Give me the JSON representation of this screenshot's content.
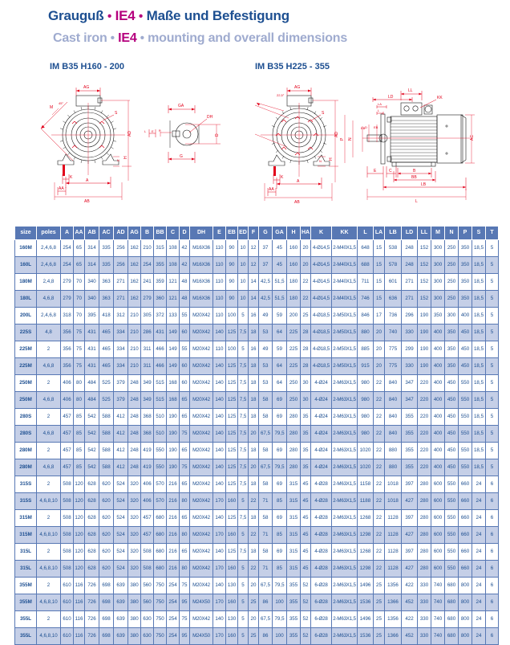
{
  "header": {
    "title_de_part1": "Grauguß",
    "title_de_mid": "IE4",
    "title_de_part2": "Maße und Befestigung",
    "title_en_part1": "Cast iron",
    "title_en_mid": "IE4",
    "title_en_part2": "mounting and overall dimensions",
    "bullet": "•"
  },
  "drawings": {
    "caption_left": "IM B35 H160 - 200",
    "caption_right": "IM B35 H225 - 355",
    "left_view_labels": [
      "AG",
      "M",
      "45°",
      "S",
      "AD",
      "N",
      "H",
      "A",
      "K",
      "AA",
      "AB",
      "L",
      "E"
    ],
    "shaft_detail_labels": [
      "GA",
      "DH",
      "D",
      "G",
      "F"
    ],
    "right_view_labels": [
      "AG",
      "22,5°",
      "M",
      "S",
      "AD",
      "N",
      "H",
      "A",
      "K",
      "AA",
      "AB",
      "P",
      "N",
      "EB",
      "LD"
    ],
    "side_view_labels": [
      "LD",
      "LL",
      "KK",
      "LA",
      "L",
      "EB",
      "ED",
      "AC",
      "E",
      "C",
      "B",
      "BB",
      "LB",
      "L"
    ],
    "angle_left": "45°",
    "angle_right": "22,5°"
  },
  "table": {
    "headers": [
      "size",
      "poles",
      "A",
      "AA",
      "AB",
      "AC",
      "AD",
      "AG",
      "B",
      "BB",
      "C",
      "D",
      "DH",
      "E",
      "EB",
      "ED",
      "F",
      "G",
      "GA",
      "H",
      "HA",
      "K",
      "KK",
      "L",
      "LA",
      "LB",
      "LD",
      "LL",
      "M",
      "N",
      "P",
      "S",
      "T"
    ],
    "rows": [
      [
        "160M",
        "2,4,6,8",
        "254",
        "65",
        "314",
        "335",
        "256",
        "162",
        "210",
        "315",
        "108",
        "42",
        "M16X36",
        "110",
        "90",
        "10",
        "12",
        "37",
        "45",
        "160",
        "20",
        "4-Ø14,5",
        "2-M40X1,5",
        "648",
        "15",
        "538",
        "248",
        "152",
        "300",
        "250",
        "350",
        "18,5",
        "5"
      ],
      [
        "160L",
        "2,4,6,8",
        "254",
        "65",
        "314",
        "335",
        "256",
        "162",
        "254",
        "355",
        "108",
        "42",
        "M16X36",
        "110",
        "90",
        "10",
        "12",
        "37",
        "45",
        "160",
        "20",
        "4-Ø14,5",
        "2-M40X1,5",
        "688",
        "15",
        "578",
        "248",
        "152",
        "300",
        "250",
        "350",
        "18,5",
        "5"
      ],
      [
        "180M",
        "2,4,8",
        "279",
        "70",
        "340",
        "363",
        "271",
        "162",
        "241",
        "359",
        "121",
        "48",
        "M16X36",
        "110",
        "90",
        "10",
        "14",
        "42,5",
        "51,5",
        "180",
        "22",
        "4-Ø14,5",
        "2-M40X1,5",
        "711",
        "15",
        "601",
        "271",
        "152",
        "300",
        "250",
        "350",
        "18,5",
        "5"
      ],
      [
        "180L",
        "4,6,8",
        "279",
        "70",
        "340",
        "363",
        "271",
        "162",
        "279",
        "360",
        "121",
        "48",
        "M16X36",
        "110",
        "90",
        "10",
        "14",
        "42,5",
        "51,5",
        "180",
        "22",
        "4-Ø14,5",
        "2-M40X1,5",
        "746",
        "15",
        "636",
        "271",
        "152",
        "300",
        "250",
        "350",
        "18,5",
        "5"
      ],
      [
        "200L",
        "2,4,6,8",
        "318",
        "70",
        "395",
        "418",
        "312",
        "210",
        "305",
        "372",
        "133",
        "55",
        "M20X42",
        "110",
        "100",
        "5",
        "16",
        "49",
        "59",
        "200",
        "25",
        "4-Ø18,5",
        "2-M50X1,5",
        "846",
        "17",
        "736",
        "296",
        "190",
        "350",
        "300",
        "400",
        "18,5",
        "5"
      ],
      [
        "225S",
        "4,8",
        "356",
        "75",
        "431",
        "465",
        "334",
        "210",
        "286",
        "431",
        "149",
        "60",
        "M20X42",
        "140",
        "125",
        "7,5",
        "18",
        "53",
        "64",
        "225",
        "28",
        "4-Ø18,5",
        "2-M50X1,5",
        "880",
        "20",
        "740",
        "330",
        "190",
        "400",
        "350",
        "450",
        "18,5",
        "5"
      ],
      [
        "225M",
        "2",
        "356",
        "75",
        "431",
        "465",
        "334",
        "210",
        "311",
        "466",
        "149",
        "55",
        "M20X42",
        "110",
        "100",
        "5",
        "16",
        "49",
        "59",
        "225",
        "28",
        "4-Ø18,5",
        "2-M50X1,5",
        "885",
        "20",
        "775",
        "299",
        "190",
        "400",
        "350",
        "450",
        "18,5",
        "5"
      ],
      [
        "225M",
        "4,6,8",
        "356",
        "75",
        "431",
        "465",
        "334",
        "210",
        "311",
        "466",
        "149",
        "60",
        "M20X42",
        "140",
        "125",
        "7,5",
        "18",
        "53",
        "64",
        "225",
        "28",
        "4-Ø18,5",
        "2-M50X1,5",
        "915",
        "20",
        "775",
        "330",
        "190",
        "400",
        "350",
        "450",
        "18,5",
        "5"
      ],
      [
        "250M",
        "2",
        "406",
        "80",
        "484",
        "525",
        "379",
        "248",
        "349",
        "515",
        "168",
        "60",
        "M20X42",
        "140",
        "125",
        "7,5",
        "18",
        "53",
        "64",
        "250",
        "30",
        "4-Ø24",
        "2-M63X1,5",
        "980",
        "22",
        "840",
        "347",
        "220",
        "400",
        "450",
        "550",
        "18,5",
        "5"
      ],
      [
        "250M",
        "4,6,8",
        "406",
        "80",
        "484",
        "525",
        "379",
        "248",
        "349",
        "515",
        "168",
        "65",
        "M20X42",
        "140",
        "125",
        "7,5",
        "18",
        "58",
        "69",
        "250",
        "30",
        "4-Ø24",
        "2-M63X1,5",
        "980",
        "22",
        "840",
        "347",
        "220",
        "400",
        "450",
        "550",
        "18,5",
        "5"
      ],
      [
        "280S",
        "2",
        "457",
        "85",
        "542",
        "588",
        "412",
        "248",
        "368",
        "510",
        "190",
        "65",
        "M20X42",
        "140",
        "125",
        "7,5",
        "18",
        "58",
        "69",
        "280",
        "35",
        "4-Ø24",
        "2-M63X1,5",
        "980",
        "22",
        "840",
        "355",
        "220",
        "400",
        "450",
        "550",
        "18,5",
        "5"
      ],
      [
        "280S",
        "4,6,8",
        "457",
        "85",
        "542",
        "588",
        "412",
        "248",
        "368",
        "510",
        "190",
        "75",
        "M20X42",
        "140",
        "125",
        "7,5",
        "20",
        "67,5",
        "79,5",
        "280",
        "35",
        "4-Ø24",
        "2-M63X1,5",
        "980",
        "22",
        "840",
        "355",
        "220",
        "400",
        "450",
        "550",
        "18,5",
        "5"
      ],
      [
        "280M",
        "2",
        "457",
        "85",
        "542",
        "588",
        "412",
        "248",
        "419",
        "550",
        "190",
        "65",
        "M20X42",
        "140",
        "125",
        "7,5",
        "18",
        "58",
        "69",
        "280",
        "35",
        "4-Ø24",
        "2-M63X1,5",
        "1020",
        "22",
        "880",
        "355",
        "220",
        "400",
        "450",
        "550",
        "18,5",
        "5"
      ],
      [
        "280M",
        "4,6,8",
        "457",
        "85",
        "542",
        "588",
        "412",
        "248",
        "419",
        "550",
        "190",
        "75",
        "M20X42",
        "140",
        "125",
        "7,5",
        "20",
        "67,5",
        "79,5",
        "280",
        "35",
        "4-Ø24",
        "2-M63X1,5",
        "1020",
        "22",
        "880",
        "355",
        "220",
        "400",
        "450",
        "550",
        "18,5",
        "5"
      ],
      [
        "315S",
        "2",
        "508",
        "120",
        "628",
        "620",
        "524",
        "320",
        "406",
        "570",
        "216",
        "65",
        "M20X42",
        "140",
        "125",
        "7,5",
        "18",
        "58",
        "69",
        "315",
        "45",
        "4-Ø28",
        "2-M63X1,5",
        "1158",
        "22",
        "1018",
        "397",
        "280",
        "600",
        "550",
        "660",
        "24",
        "6"
      ],
      [
        "315S",
        "4,6,8,10",
        "508",
        "120",
        "628",
        "620",
        "524",
        "320",
        "406",
        "570",
        "216",
        "80",
        "M20X42",
        "170",
        "160",
        "5",
        "22",
        "71",
        "85",
        "315",
        "45",
        "4-Ø28",
        "2-M63X1,5",
        "1188",
        "22",
        "1018",
        "427",
        "280",
        "600",
        "550",
        "660",
        "24",
        "6"
      ],
      [
        "315M",
        "2",
        "508",
        "120",
        "628",
        "620",
        "524",
        "320",
        "457",
        "680",
        "216",
        "65",
        "M20X42",
        "140",
        "125",
        "7,5",
        "18",
        "58",
        "69",
        "315",
        "45",
        "4-Ø28",
        "2-M63X1,5",
        "1268",
        "22",
        "1128",
        "397",
        "280",
        "600",
        "550",
        "660",
        "24",
        "6"
      ],
      [
        "315M",
        "4,6,8,10",
        "508",
        "120",
        "628",
        "620",
        "524",
        "320",
        "457",
        "680",
        "216",
        "80",
        "M20X42",
        "170",
        "160",
        "5",
        "22",
        "71",
        "85",
        "315",
        "45",
        "4-Ø28",
        "2-M63X1,5",
        "1298",
        "22",
        "1128",
        "427",
        "280",
        "600",
        "550",
        "660",
        "24",
        "6"
      ],
      [
        "315L",
        "2",
        "508",
        "120",
        "628",
        "620",
        "524",
        "320",
        "508",
        "680",
        "216",
        "65",
        "M20X42",
        "140",
        "125",
        "7,5",
        "18",
        "58",
        "69",
        "315",
        "45",
        "4-Ø28",
        "2-M63X1,5",
        "1268",
        "22",
        "1128",
        "397",
        "280",
        "600",
        "550",
        "660",
        "24",
        "6"
      ],
      [
        "315L",
        "4,6,8,10",
        "508",
        "120",
        "628",
        "620",
        "524",
        "320",
        "508",
        "680",
        "216",
        "80",
        "M20X42",
        "170",
        "160",
        "5",
        "22",
        "71",
        "85",
        "315",
        "45",
        "4-Ø28",
        "2-M63X1,5",
        "1298",
        "22",
        "1128",
        "427",
        "280",
        "600",
        "550",
        "660",
        "24",
        "6"
      ],
      [
        "355M",
        "2",
        "610",
        "116",
        "726",
        "698",
        "639",
        "380",
        "560",
        "750",
        "254",
        "75",
        "M20X42",
        "140",
        "130",
        "5",
        "20",
        "67,5",
        "79,5",
        "355",
        "52",
        "6-Ø28",
        "2-M63X1,5",
        "1496",
        "25",
        "1356",
        "422",
        "330",
        "740",
        "680",
        "800",
        "24",
        "6"
      ],
      [
        "355M",
        "4,6,8,10",
        "610",
        "116",
        "726",
        "698",
        "639",
        "380",
        "560",
        "750",
        "254",
        "95",
        "M24X50",
        "170",
        "160",
        "5",
        "25",
        "86",
        "100",
        "355",
        "52",
        "6-Ø28",
        "2-M63X1,5",
        "1536",
        "25",
        "1366",
        "452",
        "330",
        "740",
        "680",
        "800",
        "24",
        "6"
      ],
      [
        "355L",
        "2",
        "610",
        "116",
        "726",
        "698",
        "639",
        "380",
        "630",
        "750",
        "254",
        "75",
        "M20X42",
        "140",
        "130",
        "5",
        "20",
        "67,5",
        "79,5",
        "355",
        "52",
        "6-Ø28",
        "2-M63X1,5",
        "1496",
        "25",
        "1356",
        "422",
        "330",
        "740",
        "680",
        "800",
        "24",
        "6"
      ],
      [
        "355L",
        "4,6,8,10",
        "610",
        "116",
        "726",
        "698",
        "639",
        "380",
        "630",
        "750",
        "254",
        "95",
        "M24X50",
        "170",
        "160",
        "5",
        "25",
        "86",
        "100",
        "355",
        "52",
        "6-Ø28",
        "2-M63X1,5",
        "1536",
        "25",
        "1366",
        "452",
        "330",
        "740",
        "680",
        "800",
        "24",
        "6"
      ]
    ]
  },
  "colors": {
    "brand_blue": "#1d4f91",
    "magenta": "#b5007d",
    "grey_blue": "#9fabcf",
    "header_blue": "#5878b4",
    "row_alt": "#c5cfe7",
    "drawing_red": "#e2001a",
    "drawing_black": "#1a1a1a"
  }
}
